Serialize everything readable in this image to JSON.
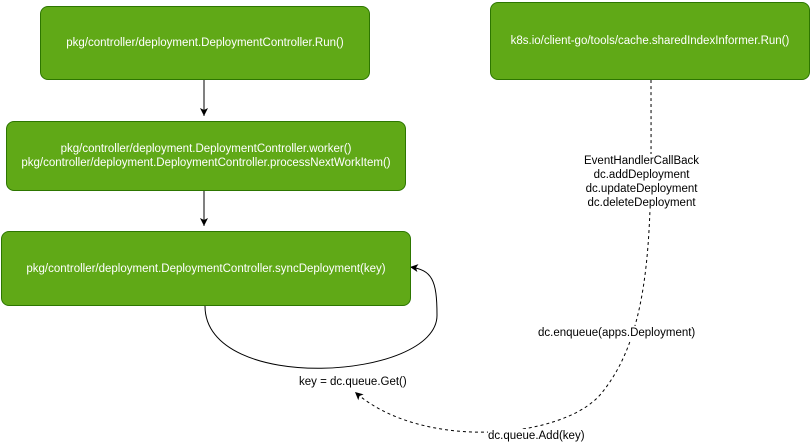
{
  "nodes": {
    "run": "pkg/controller/deployment.DeploymentController.Run()",
    "worker_line1": "pkg/controller/deployment.DeploymentController.worker()",
    "worker_line2": "pkg/controller/deployment.DeploymentController.processNextWorkItem()",
    "sync": "pkg/controller/deployment.DeploymentController.syncDeployment(key)",
    "informer": "k8s.io/client-go/tools/cache.sharedIndexInformer.Run()"
  },
  "edge_labels": {
    "callback_title": "EventHandlerCallBack",
    "callback_add": "dc.addDeployment",
    "callback_update": "dc.updateDeployment",
    "callback_delete": "dc.deleteDeployment",
    "enqueue": "dc.enqueue(apps.Deployment)",
    "queue_get": "key = dc.queue.Get()",
    "queue_add": "dc.queue.Add(key)"
  },
  "colors": {
    "node_fill": "#60a917",
    "node_border": "#2d7600",
    "node_text": "#ffffff",
    "edge": "#000000"
  }
}
